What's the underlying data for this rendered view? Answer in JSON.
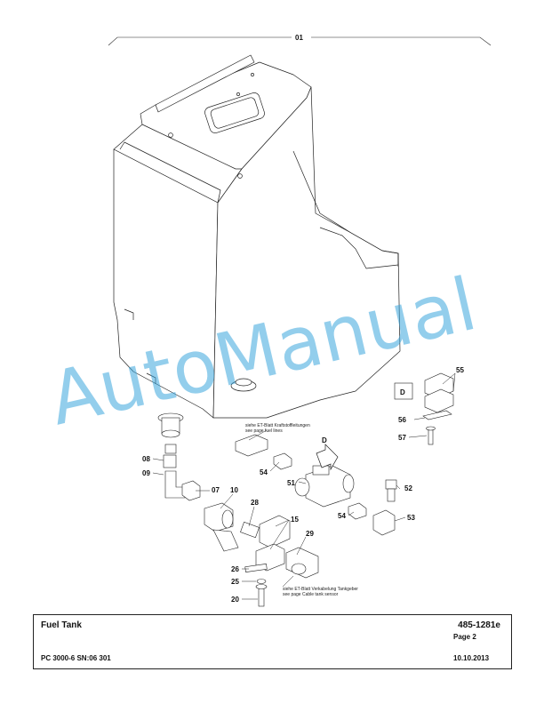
{
  "sheet_number": "01",
  "watermark": "AutoManual",
  "view_label": "D",
  "arrow_label": "D",
  "notes": {
    "fuel_lines_de": "siehe ET-Blatt Kraftstoffleitungen",
    "fuel_lines_en": "see page fuel lines",
    "cable_sensor_de": "siehe ET-Blatt Verkabelung Tankgeber",
    "cable_sensor_en": "see page Cable tank sensor"
  },
  "callouts": [
    "55",
    "56",
    "57",
    "08",
    "09",
    "07",
    "10",
    "28",
    "15",
    "54",
    "51",
    "52",
    "53",
    "54",
    "29",
    "26",
    "25",
    "20"
  ],
  "title_block": {
    "title": "Fuel Tank",
    "doc_number": "485-1281e",
    "page": "Page 2",
    "model": "PC 3000-6 SN:06 301",
    "date": "10.10.2013"
  }
}
